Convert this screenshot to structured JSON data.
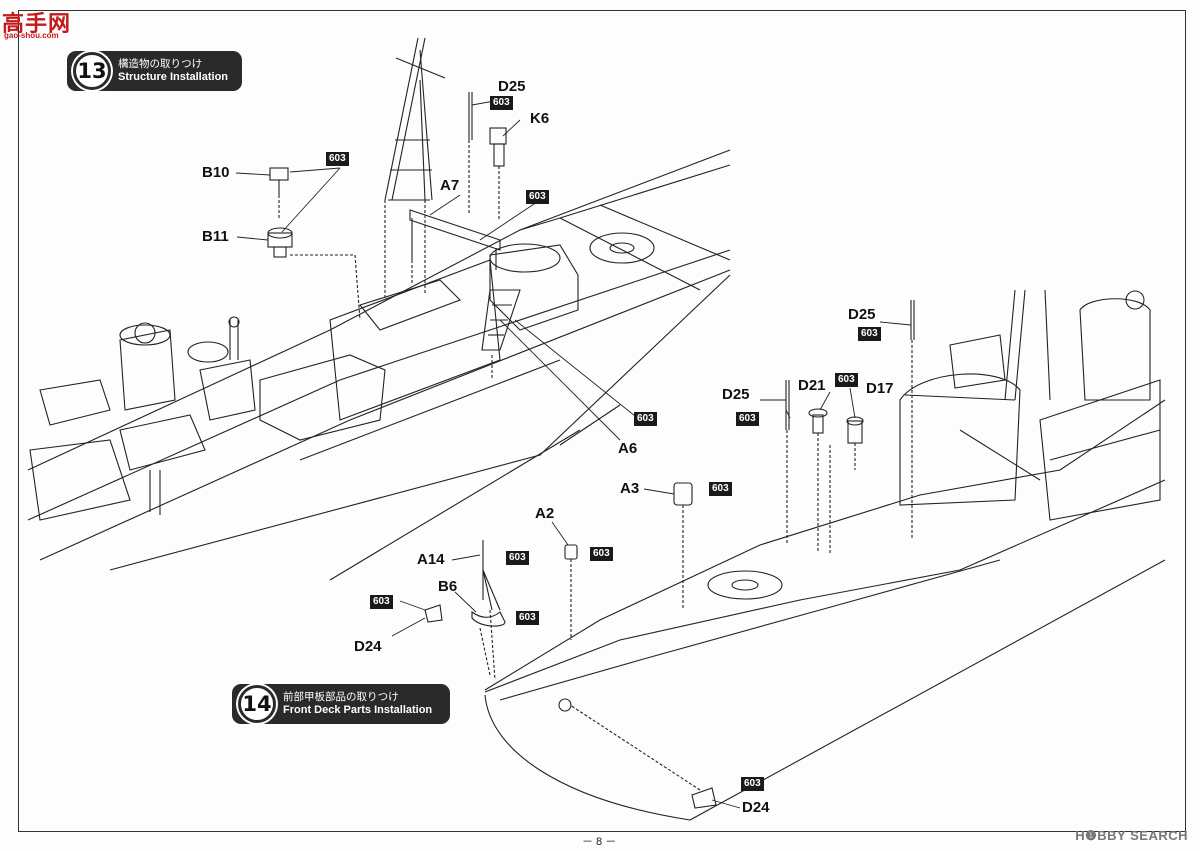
{
  "watermark": {
    "logo_text": "高手网",
    "logo_sub": "gao-shou.com"
  },
  "step13": {
    "number": "13",
    "title_jp": "構造物の取りつけ",
    "title_en": "Structure Installation"
  },
  "step14": {
    "number": "14",
    "title_jp": "前部甲板部品の取りつけ",
    "title_en": "Front Deck Parts Installation"
  },
  "parts": {
    "d25_top": "D25",
    "k6": "K6",
    "b10": "B10",
    "b11": "B11",
    "a7": "A7",
    "a6": "A6",
    "d25_right": "D25",
    "d25_mid": "D25",
    "d21": "D21",
    "d17": "D17",
    "a3": "A3",
    "a2": "A2",
    "a14": "A14",
    "b6": "B6",
    "d24_left": "D24",
    "d24_bottom": "D24"
  },
  "paint_code": "603",
  "page_number": "－ 8 －",
  "site_logo": "H❶BBY SEARCH",
  "colors": {
    "badge": "#2a2a2a",
    "watermark": "#c41a1a",
    "line": "#222222"
  }
}
